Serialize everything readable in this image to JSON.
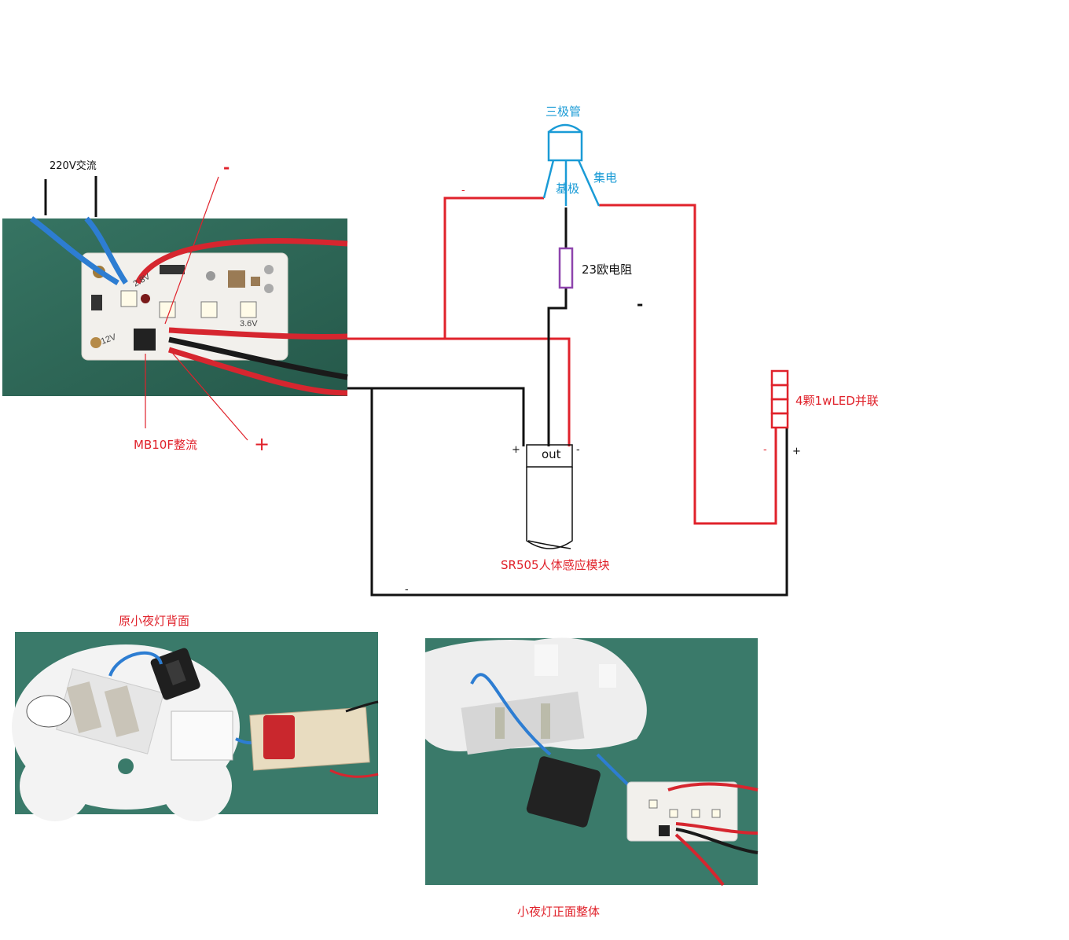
{
  "labels": {
    "ac_input": "220V交流",
    "pcb_minus": "-",
    "pcb_plus": "+",
    "rectifier": "MB10F整流",
    "transistor": "三极管",
    "base": "基极",
    "collector": "集电",
    "wire_minus_left": "-",
    "resistor": "23欧电阻",
    "minus_mid": "-",
    "led_array": "4颗1wLED并联",
    "led_minus": "-",
    "led_plus": "+",
    "sensor_plus": "+",
    "sensor_out": "out",
    "sensor_minus": "-",
    "sensor_module": "SR505人体感应模块",
    "bottom_minus": "-",
    "photo_back_caption": "原小夜灯背面",
    "photo_front_caption": "小夜灯正面整体"
  },
  "pcb_silk": {
    "v1": "2.8V",
    "v2": "12V",
    "v3": "3.6V"
  },
  "colors": {
    "positive_wire": "#e0222b",
    "negative_wire": "#111111",
    "transistor": "#1a9bd6",
    "resistor": "#8e44ad",
    "pcb_background": "#2f6b5a"
  }
}
